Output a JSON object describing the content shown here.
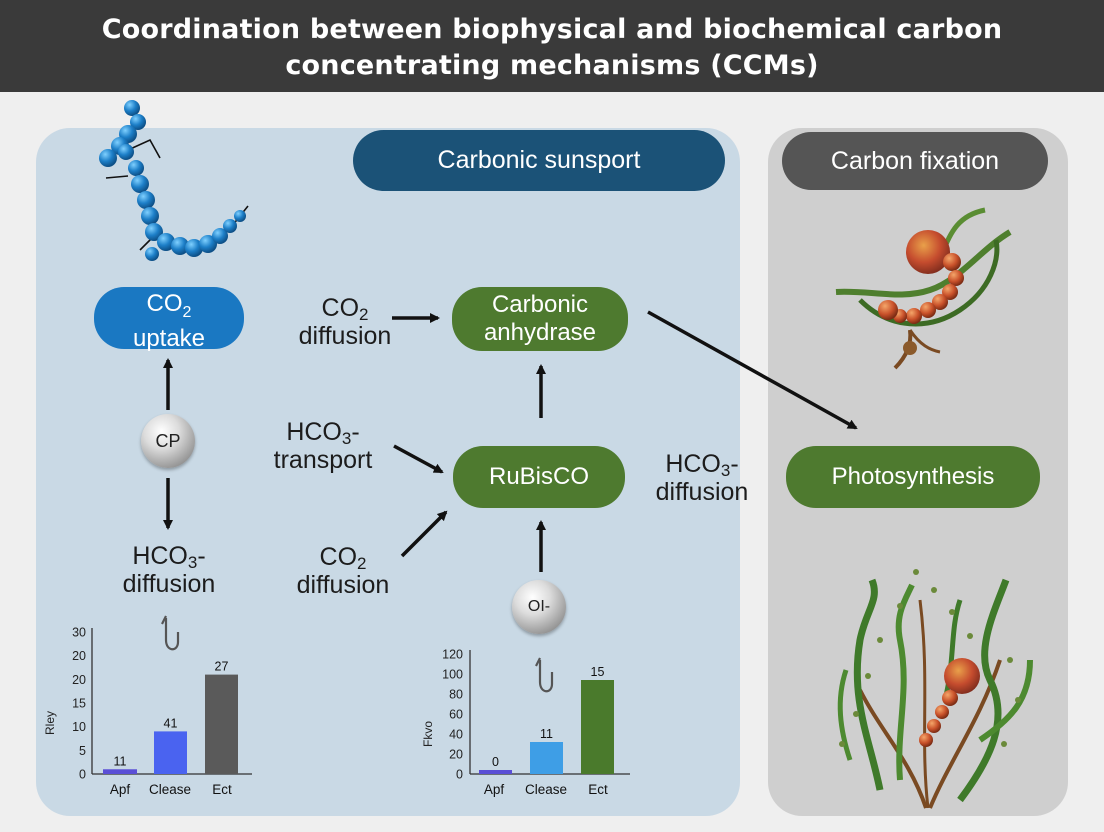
{
  "title_line1": "Coordination between biophysical and biochemical carbon",
  "title_line2": "concentrating mechanisms (CCMs)",
  "sections": {
    "left_header": "Carbonic sunsport",
    "right_header": "Carbon fixation"
  },
  "nodes": {
    "co2_uptake": {
      "line1_main": "CO",
      "line1_sub": "2",
      "line2": "uptake"
    },
    "carbonic_anhydrase": {
      "line1": "Carbonic",
      "line2": "anhydrase"
    },
    "rubisco": "RuBisCO",
    "photosynthesis": "Photosynthesis",
    "cp": "CP",
    "oh": "OI-"
  },
  "labels": {
    "co2_diffusion_top": {
      "main": "CO",
      "sub": "2",
      "line2": "diffusion"
    },
    "hco3_transport": {
      "main": "HCO",
      "sub": "3",
      "suffix": "-",
      "line2": "transport"
    },
    "hco3_diffusion_left": {
      "main": "HCO",
      "sub": "3",
      "suffix": "-",
      "line2": "diffusion"
    },
    "co2_diffusion_bottom": {
      "main": "CO",
      "sub": "2",
      "line2": "diffusion"
    },
    "hco3_diffusion_right": {
      "main": "HCO",
      "sub": "3",
      "suffix": "-",
      "line2": "diffusion"
    }
  },
  "colors": {
    "blue_pill": "#1a78c2",
    "green_pill": "#4e7a2f",
    "navy_pill": "#1b5277",
    "gray_pill": "#555555",
    "bar_purple": "#5a4fd6",
    "bar_blue": "#4a63f0",
    "bar_dark": "#5a5a5a",
    "bar_lightblue": "#3e9ee6",
    "bar_green": "#4a7a2c"
  },
  "chart_data": [
    {
      "type": "bar",
      "ylabel": "Rley",
      "categories": [
        "Apf",
        "Clease",
        "Ect"
      ],
      "values": [
        1,
        9,
        21
      ],
      "data_labels": [
        "11",
        "41",
        "27"
      ],
      "yticks": [
        0,
        5,
        10,
        15,
        20,
        25,
        30
      ],
      "ytick_labels": [
        "0",
        "5",
        "10",
        "15",
        "20",
        "20",
        "30"
      ],
      "ylim": [
        0,
        30
      ],
      "bar_colors": [
        "#5a4fd6",
        "#4a63f0",
        "#5a5a5a"
      ]
    },
    {
      "type": "bar",
      "ylabel": "Fkvo",
      "categories": [
        "Apf",
        "Clease",
        "Ect"
      ],
      "values": [
        4,
        32,
        94
      ],
      "data_labels": [
        "0",
        "11",
        "15"
      ],
      "yticks": [
        0,
        20,
        40,
        60,
        80,
        100,
        120
      ],
      "ytick_labels": [
        "0",
        "20",
        "40",
        "60",
        "80",
        "100",
        "120"
      ],
      "ylim": [
        0,
        120
      ],
      "bar_colors": [
        "#5a4fd6",
        "#3e9ee6",
        "#4a7a2c"
      ]
    }
  ]
}
